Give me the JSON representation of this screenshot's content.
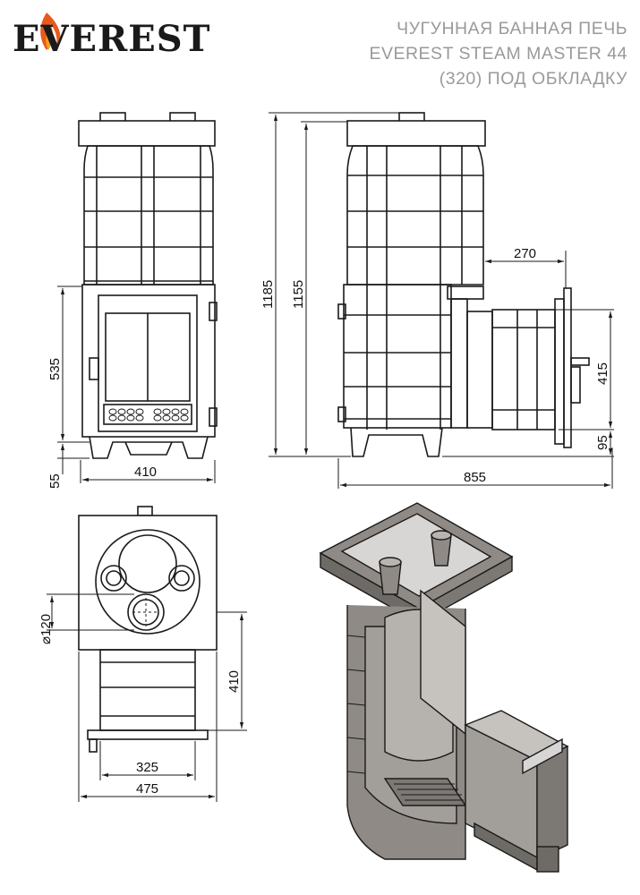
{
  "brand": {
    "name": "EVEREST",
    "flame_icon": "flame-icon",
    "flame_color": "#e8591a"
  },
  "title": {
    "line1": "ЧУГУННАЯ БАННАЯ ПЕЧЬ",
    "line2": "EVEREST STEAM MASTER 44",
    "line3": "(320) ПОД ОБКЛАДКУ"
  },
  "dimensions": {
    "front_width": "410",
    "door_height": "535",
    "legs_height": "55",
    "overall_height": "1185",
    "body_height": "1155",
    "tunnel_length": "270",
    "tunnel_height": "415",
    "tunnel_offset": "95",
    "overall_depth": "855",
    "flue_diameter": "⌀120",
    "top_tunnel_length": "410",
    "tunnel_width": "325",
    "top_width": "475"
  },
  "colors": {
    "line": "#1a1a1a",
    "title": "#9a9a9a",
    "metal": "#8f8a86",
    "metal_dark": "#6e6a66"
  }
}
